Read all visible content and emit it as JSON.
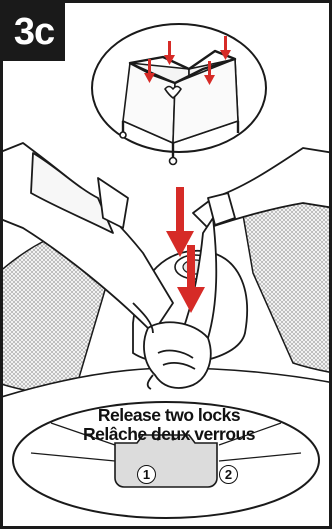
{
  "step": {
    "label": "3c"
  },
  "caption": {
    "line_en": "Release two locks",
    "line_fr": "Relâche deux verrous"
  },
  "locks": {
    "first": "1",
    "second": "2"
  },
  "colors": {
    "arrow": "#d62b27",
    "ink": "#1a1a1a",
    "shade": "#c9c9c9",
    "panel": "#dcdcdc"
  },
  "icons": [
    "down-arrow-icon",
    "playard-icon",
    "hands-icon",
    "lock-icon"
  ]
}
